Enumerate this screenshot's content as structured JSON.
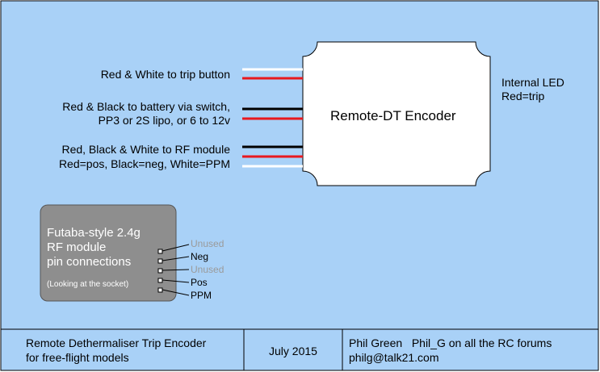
{
  "diagram": {
    "encoder_label": "Remote-DT Encoder",
    "led": {
      "line1": "Internal LED",
      "line2": "Red=trip"
    },
    "trip_label": "Red & White to trip button",
    "battery": {
      "line1": "Red & Black to battery via switch,",
      "line2": "PP3 or 2S lipo, or 6 to 12v"
    },
    "rf": {
      "line1": "Red, Black & White to RF module",
      "line2": "Red=pos, Black=neg, White=PPM"
    },
    "module": {
      "line1": "Futaba-style 2.4g",
      "line2": "RF module",
      "line3": "pin connections",
      "note": "(Looking at the socket)"
    },
    "pins": [
      "Unused",
      "Neg",
      "Unused",
      "Pos",
      "PPM"
    ],
    "colors": {
      "background": "#a9d1f7",
      "module": "#8e8e8e",
      "red": "#e8181e",
      "black": "#000000",
      "white": "#ffffff",
      "unused": "#9a9a9a"
    }
  },
  "footer": {
    "title_line1": "Remote Dethermaliser Trip Encoder",
    "title_line2": "for free-flight models",
    "date": "July 2015",
    "author_line1": "Phil Green   Phil_G on all the RC forums",
    "author_line2": "philg@talk21.com"
  }
}
